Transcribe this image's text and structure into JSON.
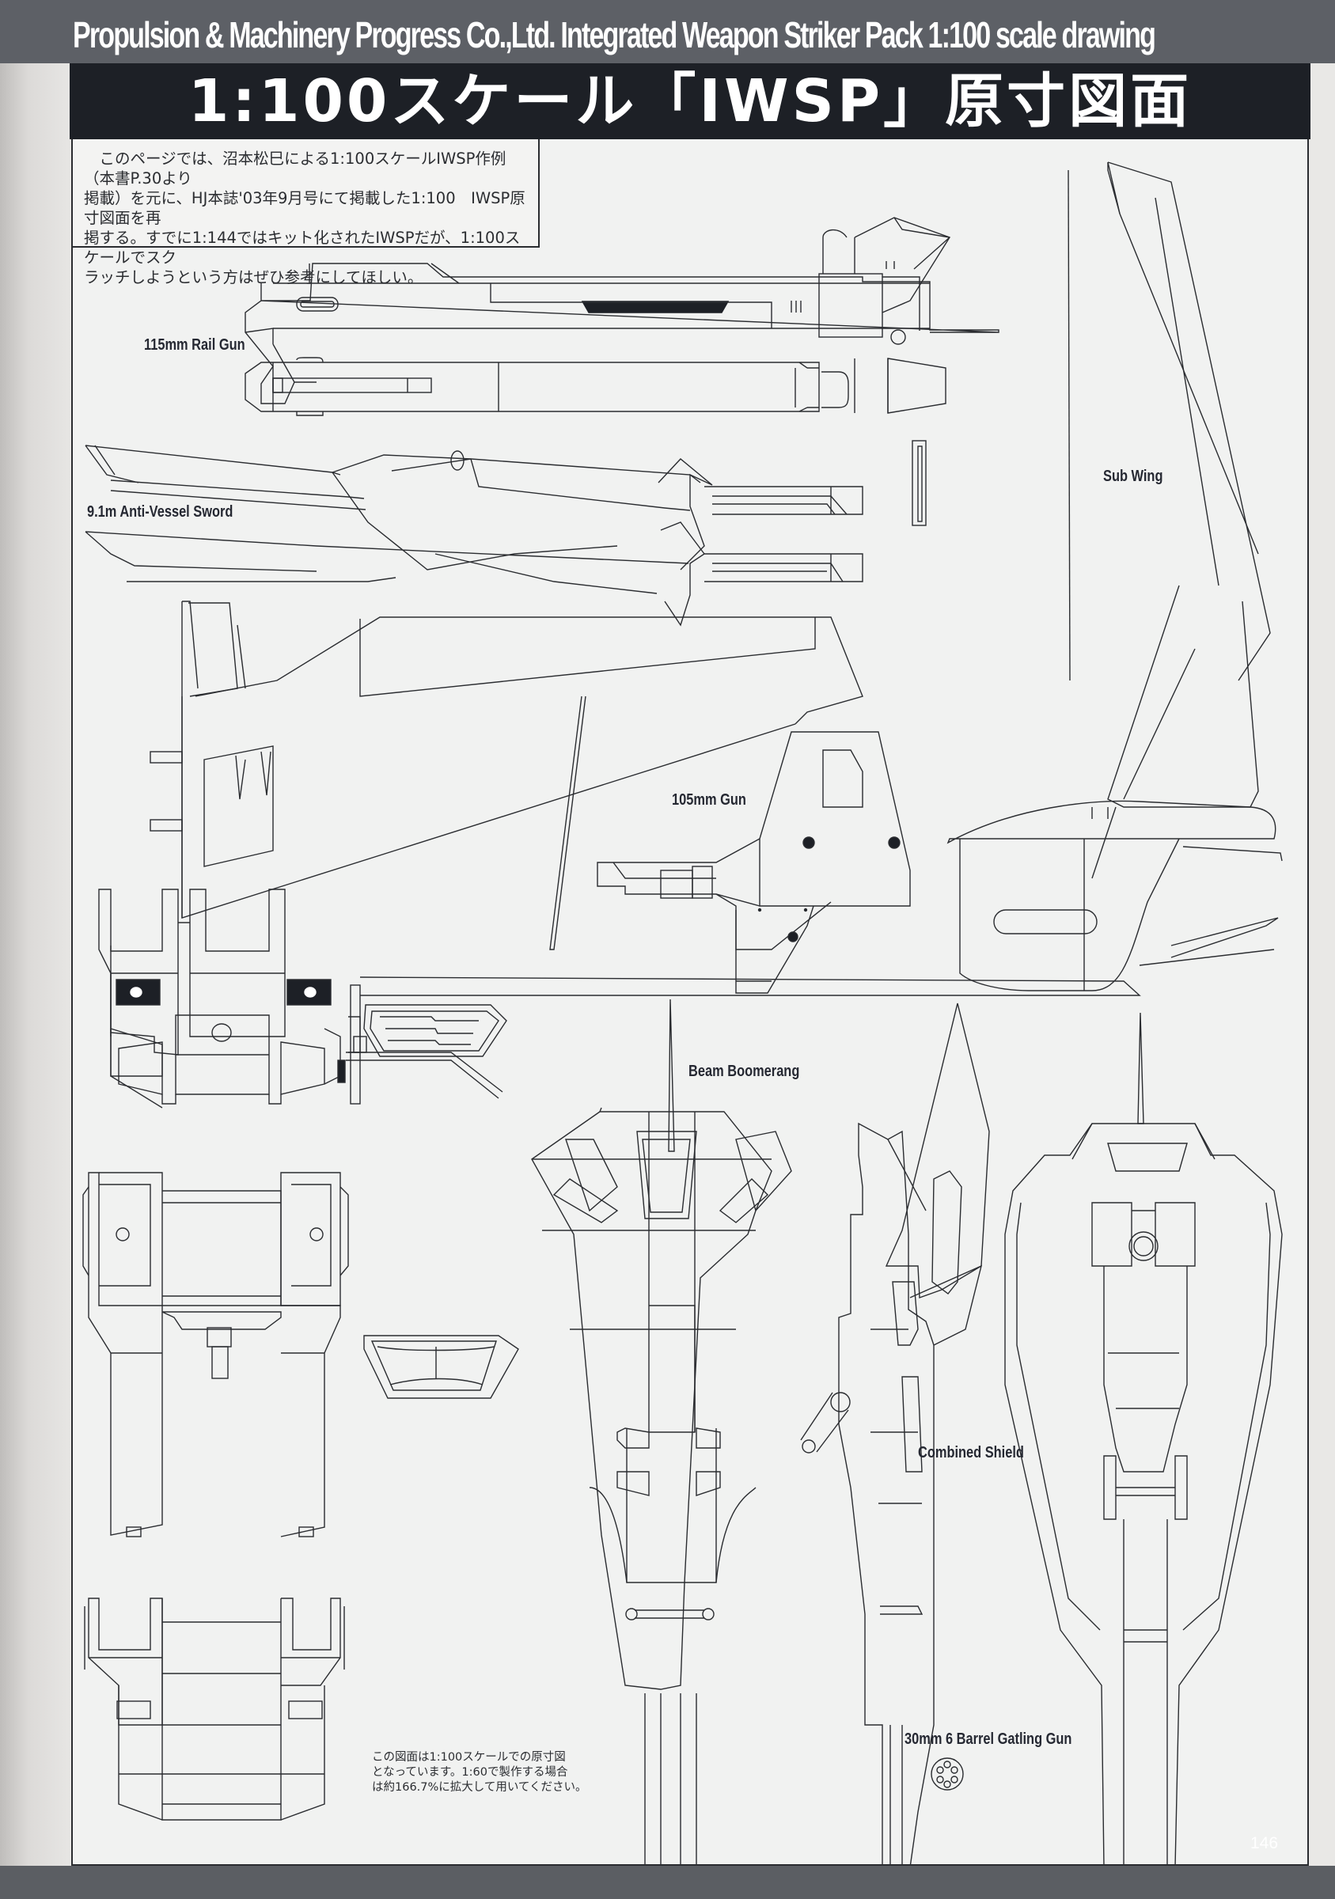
{
  "header": {
    "english_title": "Propulsion & Machinery Progress Co.,Ltd. Integrated Weapon Striker Pack 1:100 scale drawing",
    "japanese_title": "1:100スケール「IWSP」原寸図面"
  },
  "intro": {
    "lines": [
      "このページでは、沼本松巳による1:100スケールIWSP作例（本書P.30より",
      "掲載）を元に、HJ本誌'03年9月号にて掲載した1:100　IWSP原寸図面を再",
      "掲する。すでに1:144ではキット化されたIWSPだが、1:100スケールでスク",
      "ラッチしようという方はぜひ参考にしてほしい。"
    ]
  },
  "labels": {
    "rail_gun": "115mm Rail Gun",
    "sword": "9.1m Anti-Vessel Sword",
    "sub_wing": "Sub Wing",
    "gun_105": "105mm Gun",
    "boomerang": "Beam Boomerang",
    "shield": "Combined Shield",
    "gatling": "30mm 6 Barrel Gatling Gun"
  },
  "note": {
    "lines": [
      "この図面は1:100スケールでの原寸図",
      "となっています。1:60で製作する場合",
      "は約166.7%に拡大して用いてください。"
    ]
  },
  "footer": {
    "page_number": "146"
  },
  "colors": {
    "ink": "#2a2c30",
    "paper": "#f1f2f1",
    "band": "#5b5e63",
    "banner": "#1d2026"
  }
}
